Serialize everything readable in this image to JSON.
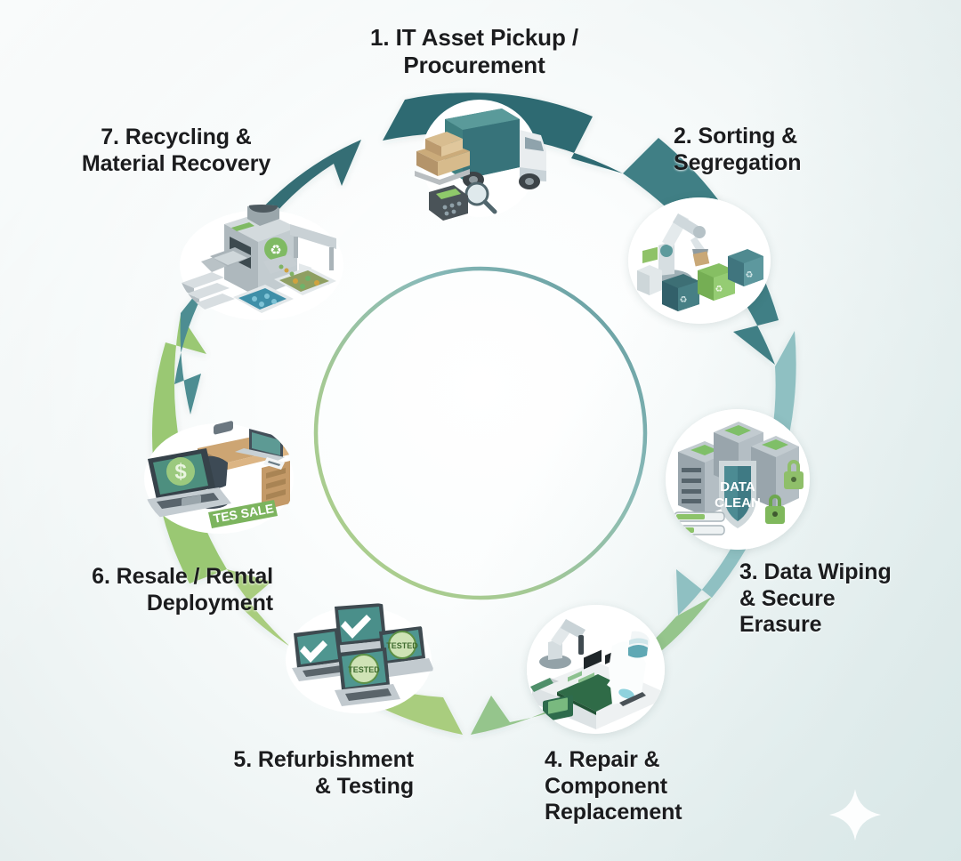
{
  "diagram": {
    "type": "circular-process",
    "subject": "IT Asset Disposition (ITAD) lifecycle",
    "stage_count": 7,
    "flow_direction": "clockwise",
    "background_color": "#eef3f3",
    "palette": {
      "arc_dark_teal": "#2f6b72",
      "arc_teal": "#4e8d92",
      "arc_light_teal": "#8fc0c2",
      "arc_pale_teal": "#b9d6d6",
      "arc_green": "#8cbf72",
      "arc_light_green": "#a9cd7e",
      "arc_mid_green": "#95c58c",
      "text_color": "#1b1c1e"
    }
  },
  "stages": [
    {
      "number": "1",
      "label": "1. IT Asset Pickup /\nProcurement",
      "icon_name": "delivery-truck-icon",
      "arc_color": "#2f6b72"
    },
    {
      "number": "2",
      "label": "2. Sorting &\nSegregation",
      "icon_name": "robotic-sorting-arm-icon",
      "arc_color": "#3f7f85"
    },
    {
      "number": "3",
      "label": "3. Data Wiping\n& Secure\nErasure",
      "icon_name": "data-clean-shield-icon",
      "arc_color": "#8fc0c2"
    },
    {
      "number": "4",
      "label": "4. Repair &\nComponent\nReplacement",
      "icon_name": "circuit-board-repair-icon",
      "arc_color": "#95c58c"
    },
    {
      "number": "5",
      "label": "5. Refurbishment\n& Testing",
      "icon_name": "tested-laptops-icon",
      "arc_color": "#a9cd7e"
    },
    {
      "number": "6",
      "label": "6. Resale / Rental\nDeployment",
      "icon_name": "resale-desk-icon",
      "arc_color": "#a9cd7e"
    },
    {
      "number": "7",
      "label": "7. Recycling &\nMaterial Recovery",
      "icon_name": "recycling-shredder-icon",
      "arc_color": "#4e8d92"
    }
  ],
  "icon_text": {
    "shield_line1": "DATA",
    "shield_line2": "CLEAN",
    "tested_badge": "TESTED",
    "sale_sign": "TES SALE",
    "money_symbol": "$",
    "recycle_symbol": "♻"
  },
  "decorations": {
    "sparkle_name": "four-point-star-sparkle",
    "sparkle_count": 1
  }
}
